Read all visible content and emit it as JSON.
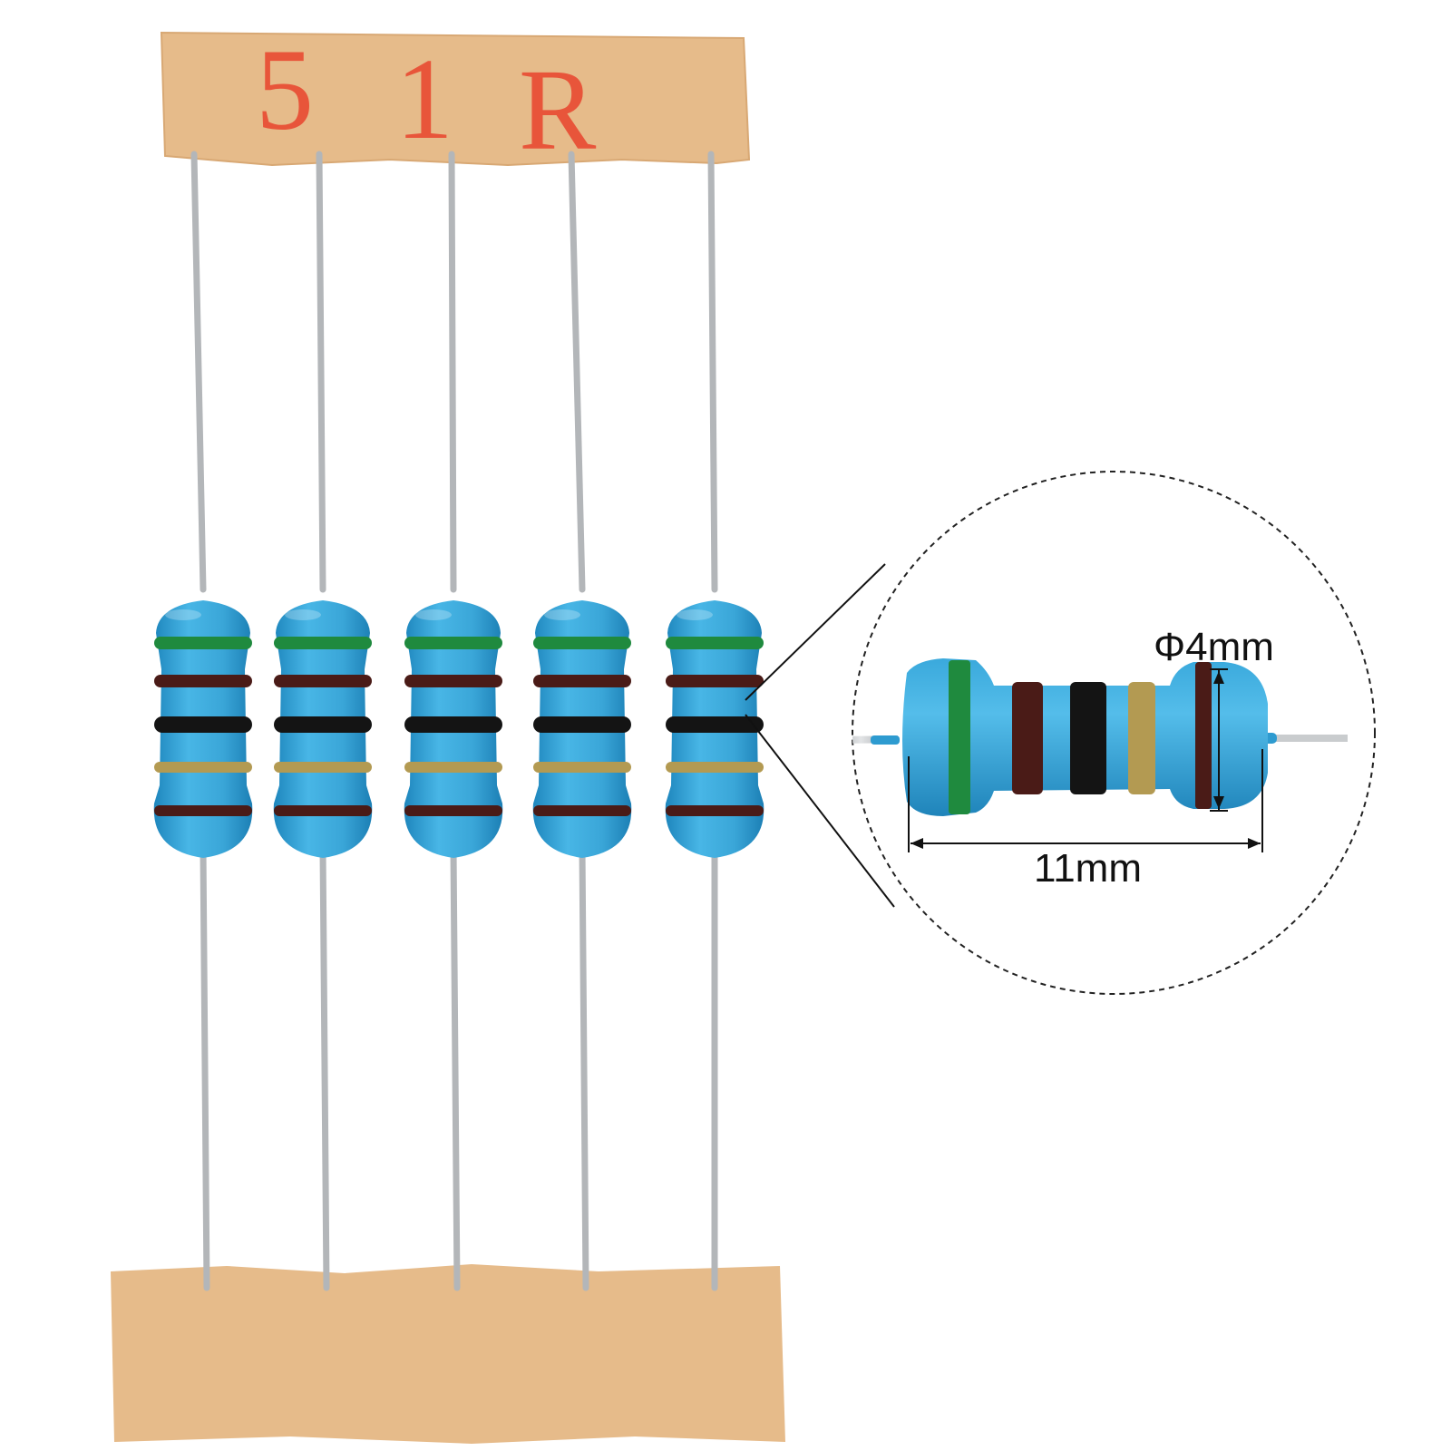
{
  "tape_label": [
    "5",
    "1",
    "R"
  ],
  "detail": {
    "diameter_label": "Φ4mm",
    "length_label": "11mm"
  },
  "resistor_bands": [
    "green",
    "brown",
    "black",
    "gold",
    "brown"
  ],
  "colors": {
    "tape": "#e6bb8a",
    "tape_text": "#e8553a",
    "resistor_body": "#39a7d8",
    "lead": "#b9bcbe",
    "green": "#1f8a3e",
    "brown": "#4a1b17",
    "black": "#141414",
    "gold": "#b39a52"
  }
}
